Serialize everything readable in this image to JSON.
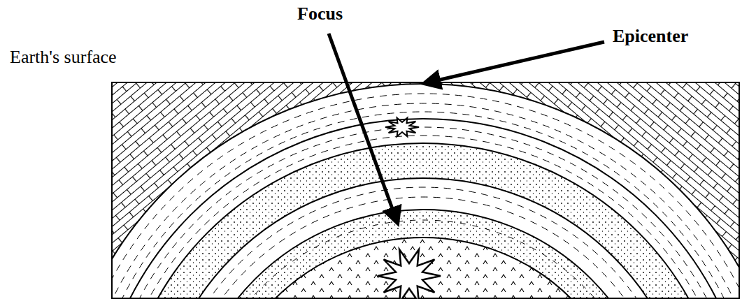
{
  "diagram": {
    "labels": [
      "Focus",
      "Epicenter",
      "Earth's surface"
    ]
  }
}
